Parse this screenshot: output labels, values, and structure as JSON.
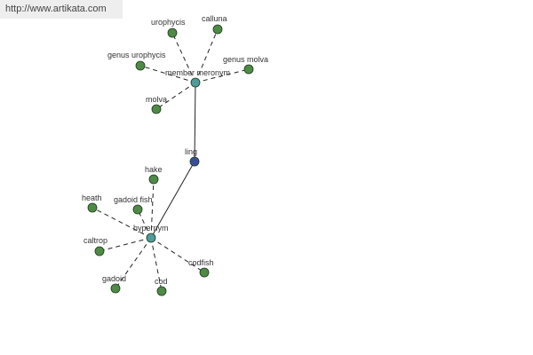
{
  "banner": {
    "url": "http://www.artikata.com"
  },
  "colors": {
    "leaf": "#4f8a47",
    "relation": "#4f9a9a",
    "center": "#3a4f9c",
    "edge": "#222222"
  },
  "graph": {
    "center": {
      "id": "ling",
      "label": "ling"
    },
    "relations": [
      {
        "id": "member-meronym",
        "label": "member meronym",
        "children": [
          {
            "id": "urophycis",
            "label": "urophycis"
          },
          {
            "id": "calluna",
            "label": "calluna"
          },
          {
            "id": "genus-urophycis",
            "label": "genus urophycis"
          },
          {
            "id": "genus-molva",
            "label": "genus molva"
          },
          {
            "id": "molva",
            "label": "molva"
          }
        ]
      },
      {
        "id": "hypernym",
        "label": "hypernym",
        "children": [
          {
            "id": "hake",
            "label": "hake"
          },
          {
            "id": "heath",
            "label": "heath"
          },
          {
            "id": "gadoid-fish",
            "label": "gadoid fish"
          },
          {
            "id": "caltrop",
            "label": "caltrop"
          },
          {
            "id": "codfish",
            "label": "codfish"
          },
          {
            "id": "gadoid",
            "label": "gadoid"
          },
          {
            "id": "cod",
            "label": "cod"
          }
        ]
      }
    ]
  }
}
